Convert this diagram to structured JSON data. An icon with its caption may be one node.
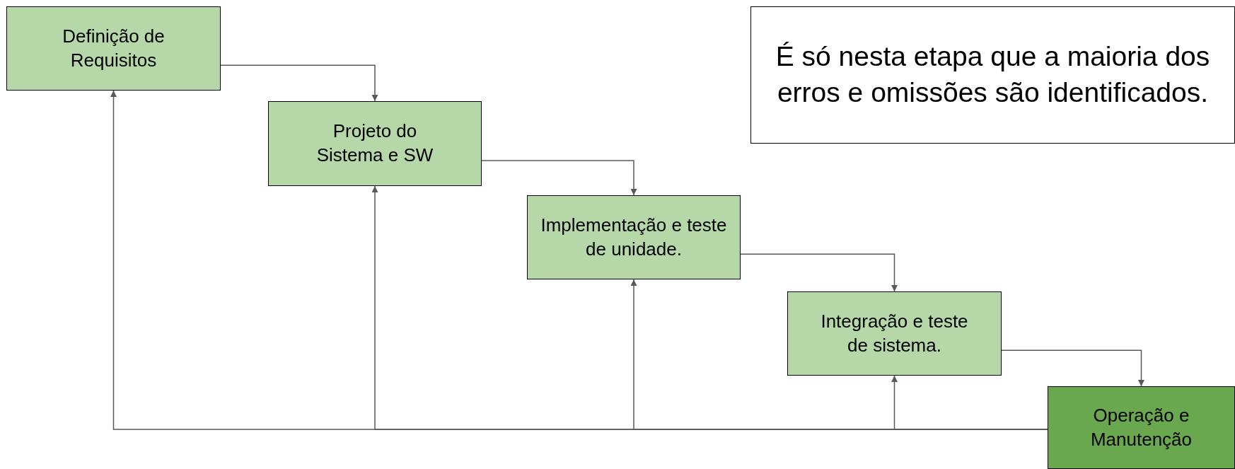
{
  "diagram": {
    "nodes": [
      {
        "text": [
          "Definição de Requisitos"
        ]
      },
      {
        "text": [
          "Projeto do Sistema e SW"
        ]
      },
      {
        "text": [
          "Implementação e teste de unidade."
        ]
      },
      {
        "text": [
          "Integração e teste de sistema."
        ]
      },
      {
        "text": [
          "Operação e Manutenção"
        ]
      },
      {
        "text": [
          "É só nesta etapa que a maioria dos erros e omissões são identificados."
        ]
      }
    ],
    "edges": [
      {
        "from": 0,
        "to": 1,
        "arrow": "to"
      },
      {
        "from": 1,
        "to": 2,
        "arrow": "to"
      },
      {
        "from": 2,
        "to": 3,
        "arrow": "to"
      },
      {
        "from": 3,
        "to": 4,
        "arrow": "to"
      },
      {
        "from": 4,
        "to": 3,
        "arrow": "to"
      },
      {
        "from": 4,
        "to": 2,
        "arrow": "to"
      },
      {
        "from": 4,
        "to": 1,
        "arrow": "to"
      },
      {
        "from": 4,
        "to": 0,
        "arrow": "to"
      }
    ]
  }
}
